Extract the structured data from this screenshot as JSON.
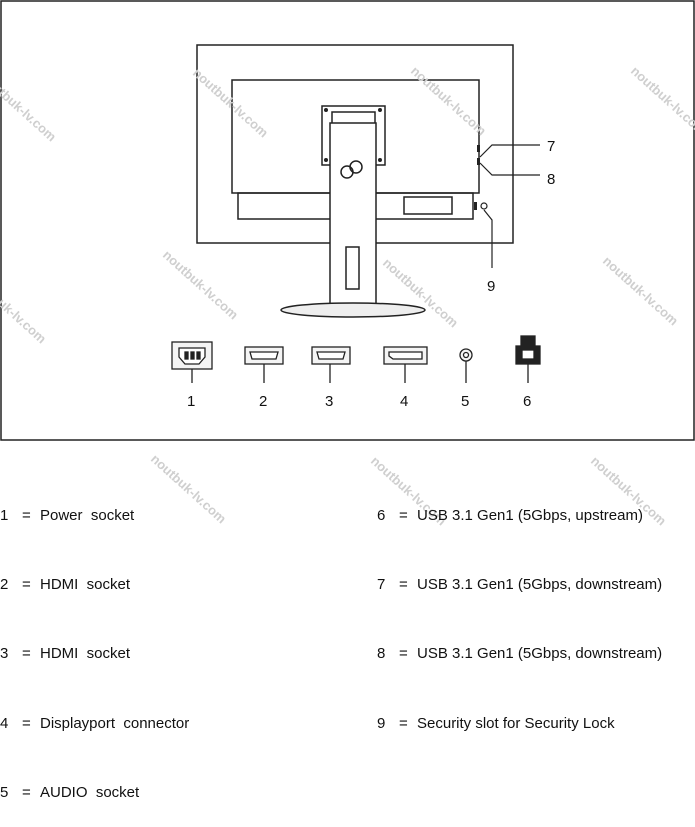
{
  "diagram": {
    "callouts": [
      {
        "id": "7",
        "label": "7"
      },
      {
        "id": "8",
        "label": "8"
      },
      {
        "id": "9",
        "label": "9"
      }
    ],
    "ports": [
      {
        "label": "1",
        "icon": "power-socket-icon"
      },
      {
        "label": "2",
        "icon": "hdmi-socket-icon"
      },
      {
        "label": "3",
        "icon": "hdmi-socket-icon"
      },
      {
        "label": "4",
        "icon": "displayport-icon"
      },
      {
        "label": "5",
        "icon": "audio-socket-icon"
      },
      {
        "label": "6",
        "icon": "usb-b-socket-icon"
      }
    ],
    "watermark": "noutbuk-lv.com"
  },
  "legend": {
    "left": [
      {
        "num": "1",
        "eq": "=",
        "text": "Power  socket"
      },
      {
        "num": "2",
        "eq": "=",
        "text": "HDMI  socket"
      },
      {
        "num": "3",
        "eq": "=",
        "text": "HDMI  socket"
      },
      {
        "num": "4",
        "eq": "=",
        "text": "Displayport  connector"
      },
      {
        "num": "5",
        "eq": "=",
        "text": "AUDIO  socket"
      }
    ],
    "right": [
      {
        "num": "6",
        "eq": "=",
        "text": "USB 3.1 Gen1 (5Gbps, upstream)"
      },
      {
        "num": "7",
        "eq": "=",
        "text": "USB 3.1 Gen1 (5Gbps, downstream)"
      },
      {
        "num": "8",
        "eq": "=",
        "text": "USB 3.1 Gen1 (5Gbps, downstream)"
      },
      {
        "num": "9",
        "eq": "=",
        "text": "Security slot for Security Lock"
      }
    ]
  }
}
